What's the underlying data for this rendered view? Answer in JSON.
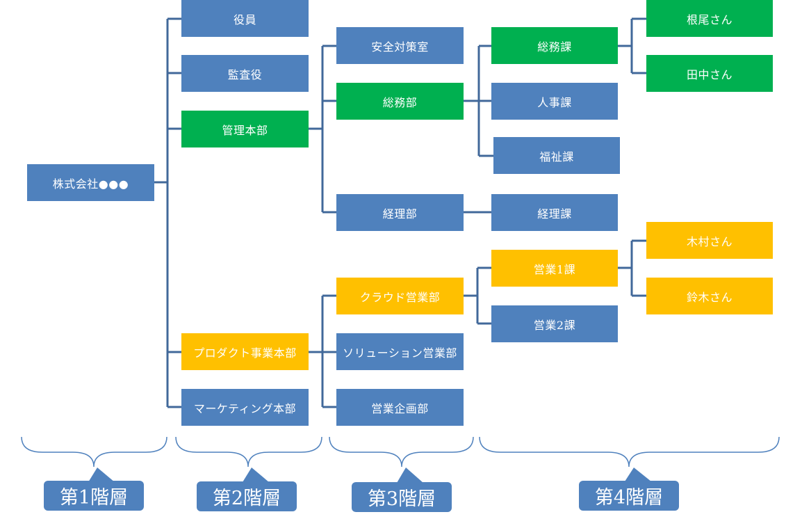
{
  "org": {
    "company": "株式会社●●●",
    "l2": {
      "yakuin": "役員",
      "kansayaku": "監査役",
      "kanri": "管理本部",
      "product": "プロダクト事業本部",
      "marketing": "マーケティング本部"
    },
    "l3": {
      "anzen": "安全対策室",
      "soumubu": "総務部",
      "keiribu": "経理部",
      "cloud": "クラウド営業部",
      "solution": "ソリューション営業部",
      "kikaku": "営業企画部"
    },
    "l4": {
      "soumuka": "総務課",
      "jinji": "人事課",
      "fukushi": "福祉課",
      "keirika": "経理課",
      "eigyo1": "営業1課",
      "eigyo2": "営業2課"
    },
    "l5": {
      "neo": "根尾さん",
      "tanaka": "田中さん",
      "kimura": "木村さん",
      "suzuki": "鈴木さん"
    }
  },
  "levels": {
    "l1": "第1階層",
    "l2": "第2階層",
    "l3": "第3階層",
    "l4": "第4階層"
  },
  "colors": {
    "blue": "#4f81bd",
    "green": "#00b050",
    "yellow": "#ffc000",
    "line": "#41689a"
  }
}
